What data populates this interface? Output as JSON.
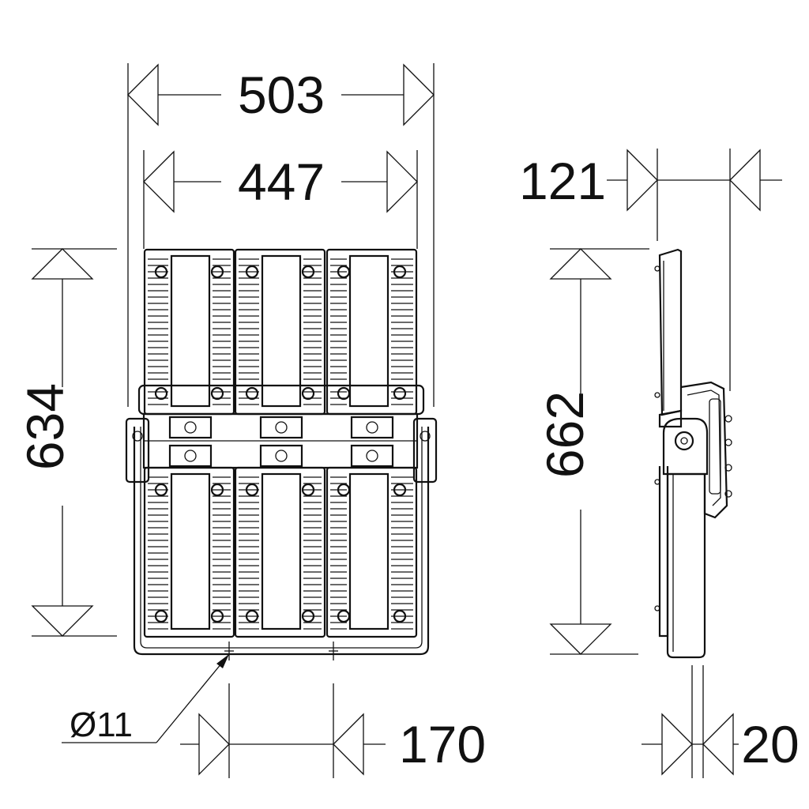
{
  "dimensions": {
    "overall_width": "503",
    "inner_width": "447",
    "front_height": "634",
    "side_height": "662",
    "side_depth": "121",
    "hole_diameter": "Ø11",
    "hole_spacing": "170",
    "bracket_thickness": "20"
  }
}
